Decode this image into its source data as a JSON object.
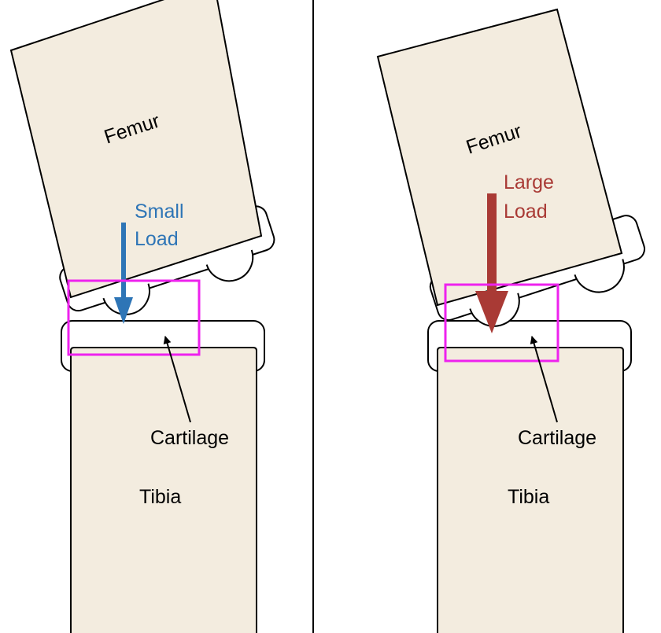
{
  "colors": {
    "bone_fill": "#f3ecdf",
    "small_load": "#2e75b6",
    "large_load": "#a93a35",
    "highlight": "#ee22ee",
    "outline": "#000000"
  },
  "panels": [
    {
      "id": "left",
      "femur_label": "Femur",
      "load_label_line1": "Small",
      "load_label_line2": "Load",
      "load_magnitude": "small",
      "cartilage_label": "Cartilage",
      "tibia_label": "Tibia"
    },
    {
      "id": "right",
      "femur_label": "Femur",
      "load_label_line1": "Large",
      "load_label_line2": "Load",
      "load_magnitude": "large",
      "cartilage_label": "Cartilage",
      "tibia_label": "Tibia"
    }
  ]
}
